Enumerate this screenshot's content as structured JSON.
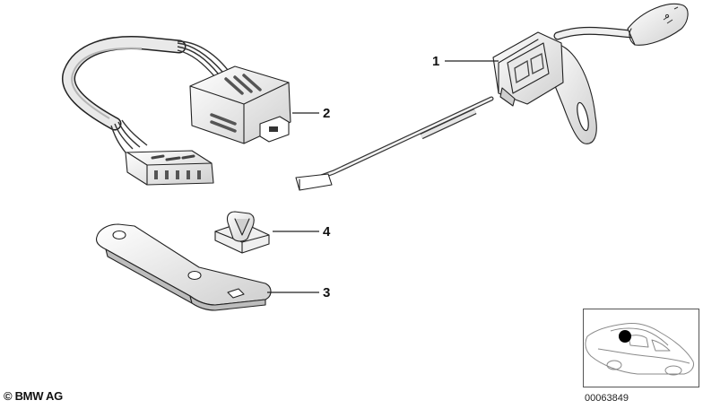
{
  "callouts": {
    "part_1": "1",
    "part_2": "2",
    "part_3": "3",
    "part_4": "4"
  },
  "footer": {
    "copyright": "© BMW AG",
    "diagram_number": "00063849"
  },
  "colors": {
    "line": "#222222",
    "fill_light": "#f2f2f2",
    "fill_mid": "#d9d9d9",
    "fill_dark": "#9a9a9a",
    "locator_marker": "#000000"
  }
}
